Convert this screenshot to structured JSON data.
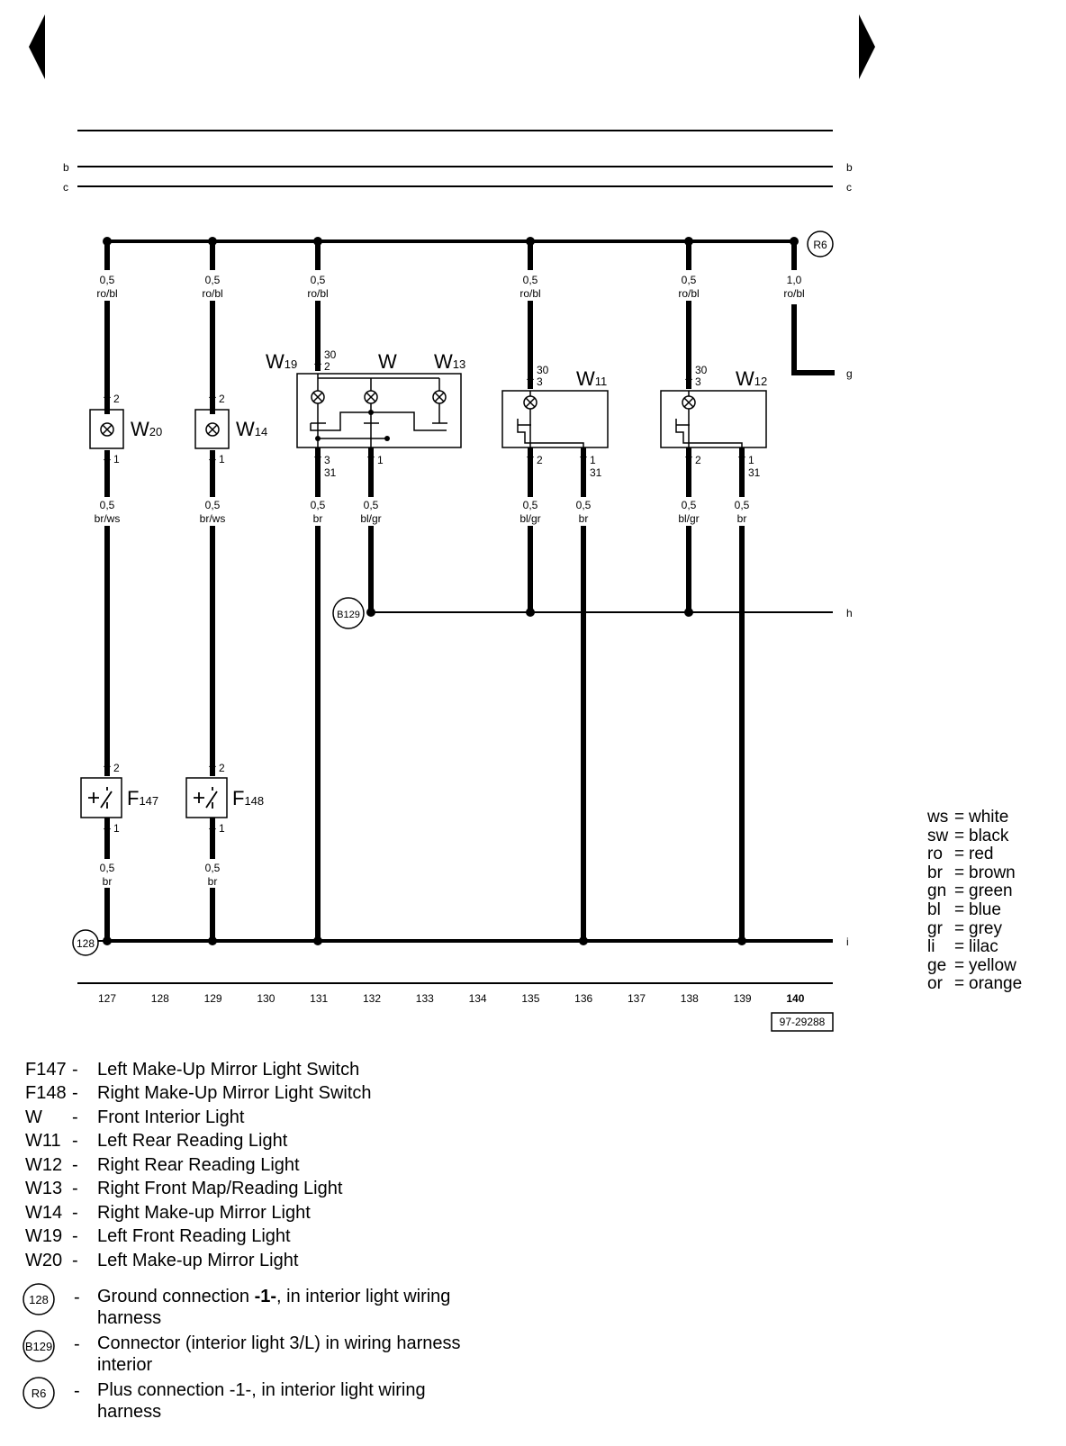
{
  "nav": {
    "prev_label": "previous page",
    "next_label": "next page"
  },
  "rails": {
    "b": "b",
    "c": "c",
    "g": "g",
    "h": "h",
    "i": "i"
  },
  "columns": [
    "127",
    "128",
    "129",
    "130",
    "131",
    "132",
    "133",
    "134",
    "135",
    "136",
    "137",
    "138",
    "139",
    "140"
  ],
  "drawing_number": "97-29288",
  "circuit_refs": {
    "R6": "R6",
    "B129": "B129",
    "G128": "128"
  },
  "components": {
    "W20": {
      "code": "W",
      "sub": "20"
    },
    "W14": {
      "code": "W",
      "sub": "14"
    },
    "W19": {
      "code": "W",
      "sub": "19"
    },
    "W": {
      "code": "W",
      "sub": ""
    },
    "W13": {
      "code": "W",
      "sub": "13"
    },
    "W11": {
      "code": "W",
      "sub": "11"
    },
    "W12": {
      "code": "W",
      "sub": "12"
    },
    "F147": {
      "code": "F",
      "sub": "147"
    },
    "F148": {
      "code": "F",
      "sub": "148"
    }
  },
  "wires": {
    "c127_top": [
      "0,5",
      "ro/bl"
    ],
    "c129_top": [
      "0,5",
      "ro/bl"
    ],
    "c131_top": [
      "0,5",
      "ro/bl"
    ],
    "c135_top": [
      "0,5",
      "ro/bl"
    ],
    "c138_top": [
      "0,5",
      "ro/bl"
    ],
    "c140_top": [
      "1,0",
      "ro/bl"
    ],
    "c127_mid": [
      "0,5",
      "br/ws"
    ],
    "c129_mid": [
      "0,5",
      "br/ws"
    ],
    "c131_mid": [
      "0,5",
      "br"
    ],
    "c132_mid": [
      "0,5",
      "bl/gr"
    ],
    "c135_mid": [
      "0,5",
      "bl/gr"
    ],
    "c136_mid": [
      "0,5",
      "br"
    ],
    "c138_mid": [
      "0,5",
      "bl/gr"
    ],
    "c139_mid": [
      "0,5",
      "br"
    ],
    "c127_bot": [
      "0,5",
      "br"
    ],
    "c129_bot": [
      "0,5",
      "br"
    ]
  },
  "pins": {
    "p2": "2",
    "p1": "1",
    "p3": "3",
    "p30": "30",
    "p31": "31"
  },
  "color_key": [
    {
      "abbr": "ws",
      "name": "white"
    },
    {
      "abbr": "sw",
      "name": "black"
    },
    {
      "abbr": "ro",
      "name": "red"
    },
    {
      "abbr": "br",
      "name": "brown"
    },
    {
      "abbr": "gn",
      "name": "green"
    },
    {
      "abbr": "bl",
      "name": "blue"
    },
    {
      "abbr": "gr",
      "name": "grey"
    },
    {
      "abbr": "li",
      "name": "lilac"
    },
    {
      "abbr": "ge",
      "name": "yellow"
    },
    {
      "abbr": "or",
      "name": "orange"
    }
  ],
  "legend": [
    {
      "code": "F147",
      "desc": "Left Make-Up Mirror Light Switch"
    },
    {
      "code": "F148",
      "desc": "Right Make-Up Mirror Light Switch"
    },
    {
      "code": "W",
      "desc": "Front Interior Light"
    },
    {
      "code": "W11",
      "desc": "Left Rear Reading Light"
    },
    {
      "code": "W12",
      "desc": "Right Rear Reading Light"
    },
    {
      "code": "W13",
      "desc": "Right Front Map/Reading Light"
    },
    {
      "code": "W14",
      "desc": "Right Make-up Mirror Light"
    },
    {
      "code": "W19",
      "desc": "Left Front Reading Light"
    },
    {
      "code": "W20",
      "desc": "Left Make-up Mirror Light"
    }
  ],
  "connections": [
    {
      "symbol": "128",
      "desc_pre": "Ground connection ",
      "desc_bold": "-1-",
      "desc_post": ", in interior light wiring harness"
    },
    {
      "symbol": "B129",
      "desc_pre": "Connector (interior light 3/L) in wiring harness interior",
      "desc_bold": "",
      "desc_post": ""
    },
    {
      "symbol": "R6",
      "desc_pre": "Plus connection -1-, in interior light wiring harness",
      "desc_bold": "",
      "desc_post": ""
    }
  ]
}
